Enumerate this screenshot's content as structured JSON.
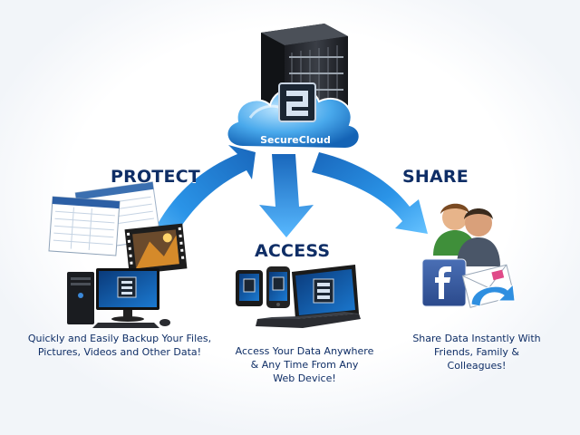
{
  "brand": {
    "name": "SecureCloud",
    "accent": "#1a7fd6",
    "dark": "#0f2e66"
  },
  "sections": {
    "protect": {
      "title": "PROTECT",
      "lines": [
        "Quickly and Easily Backup Your Files,",
        "Pictures, Videos and Other Data!"
      ]
    },
    "access": {
      "title": "ACCESS",
      "lines": [
        "Access Your Data Anywhere",
        "& Any Time From Any",
        "Web Device!"
      ]
    },
    "share": {
      "title": "SHARE",
      "lines": [
        "Share Data Instantly With",
        "Friends, Family &",
        "Colleagues!"
      ]
    }
  },
  "icons": [
    "server-rack-icon",
    "cloud-icon",
    "arrow-icon",
    "documents-icon",
    "desktop-computer-icon",
    "smartphone-icon",
    "laptop-icon",
    "users-icon",
    "facebook-icon",
    "email-icon"
  ]
}
